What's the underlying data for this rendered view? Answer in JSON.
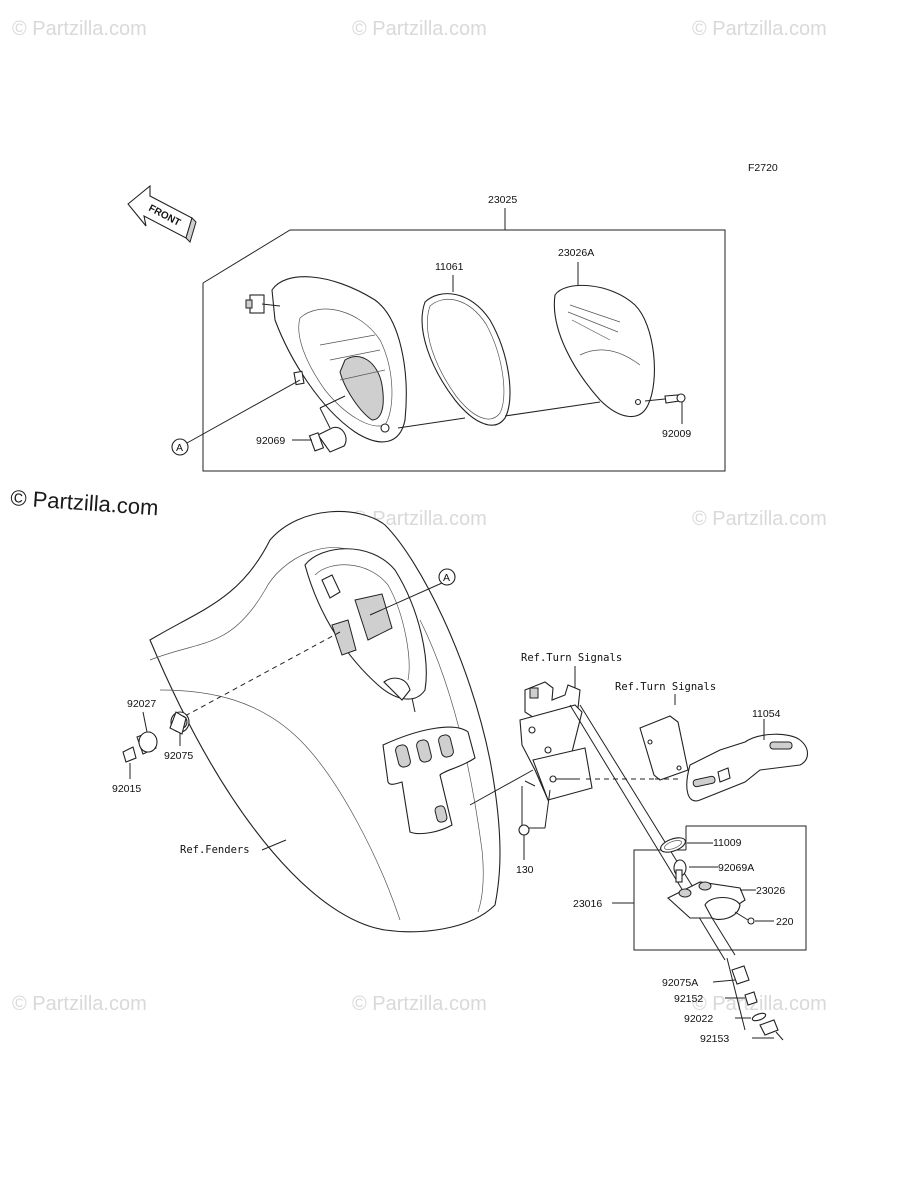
{
  "diagram_code": "F2720",
  "front_arrow_label": "FRONT",
  "callout_letter": "A",
  "watermark_small": "© Partzilla.com",
  "watermark_large": "© Partzilla.com",
  "parts": {
    "p23025": "23025",
    "p11061": "11061",
    "p23026A": "23026A",
    "p92009": "92009",
    "p92069": "92069",
    "p92027": "92027",
    "p92075": "92075",
    "p92015": "92015",
    "p130": "130",
    "p23016": "23016",
    "p11054": "11054",
    "p11009": "11009",
    "p92069A": "92069A",
    "p23026": "23026",
    "p220": "220",
    "p92075A": "92075A",
    "p92152": "92152",
    "p92022": "92022",
    "p92153": "92153"
  },
  "refs": {
    "turn_signals_1": "Ref.Turn Signals",
    "turn_signals_2": "Ref.Turn Signals",
    "fenders": "Ref.Fenders"
  }
}
